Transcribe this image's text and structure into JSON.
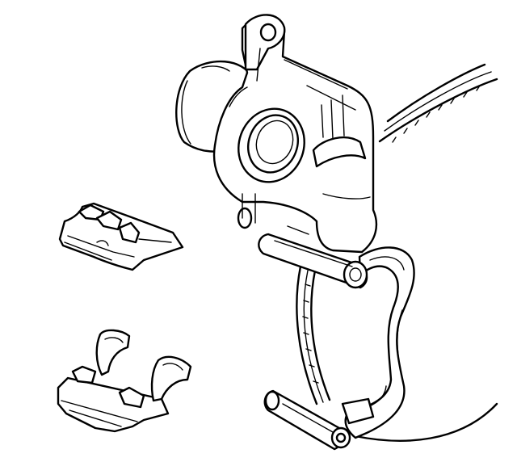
{
  "diagram": {
    "type": "line-art illustration",
    "parts": [
      {
        "id": "brake-rotor",
        "icon": "rotor-icon"
      },
      {
        "id": "caliper-housing",
        "icon": "caliper-icon"
      },
      {
        "id": "caliper-piston",
        "icon": "piston-icon"
      },
      {
        "id": "caliper-bracket",
        "icon": "bracket-icon"
      },
      {
        "id": "guide-pin-upper",
        "icon": "pin-icon"
      },
      {
        "id": "guide-pin-lower",
        "icon": "pin-icon"
      },
      {
        "id": "inner-brake-pad",
        "icon": "pad-icon"
      },
      {
        "id": "outer-brake-pad",
        "icon": "pad-icon"
      }
    ],
    "colors": {
      "line": "#000000",
      "background": "#ffffff"
    }
  }
}
